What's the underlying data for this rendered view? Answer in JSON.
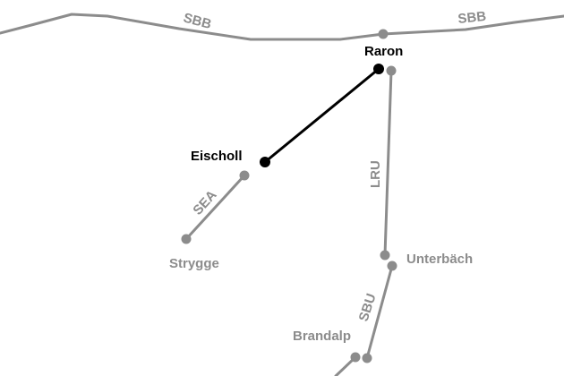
{
  "colors": {
    "main": "#000000",
    "secondary": "#8c8c8c",
    "background": "#ffffff"
  },
  "stations": {
    "raron": "Raron",
    "eischoll": "Eischoll",
    "strygge": "Strygge",
    "unterbaech": "Unterbäch",
    "brandalp": "Brandalp"
  },
  "lines": {
    "sbb_left": "SBB",
    "sbb_right": "SBB",
    "sea": "SEA",
    "lru": "LRU",
    "sbu": "SBU"
  }
}
